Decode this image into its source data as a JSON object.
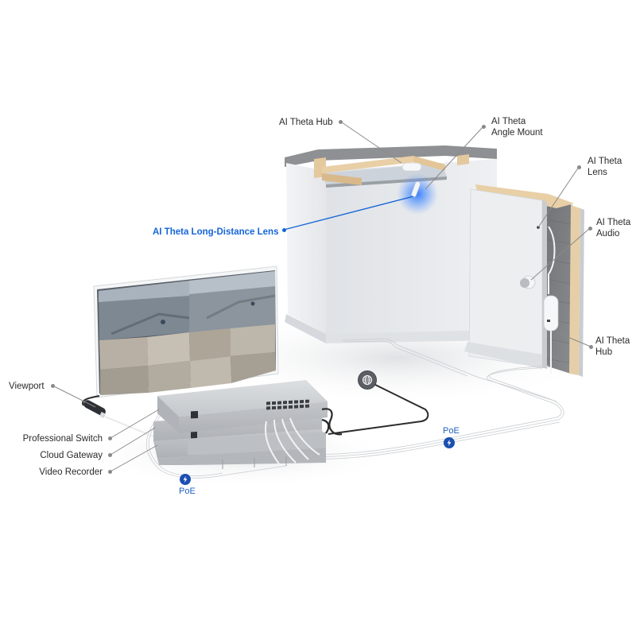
{
  "diagram": {
    "title": "AI Theta system installation overview",
    "colors": {
      "accent": "#1565d8",
      "label_text": "#2a2a2a",
      "leader_line": "#8a8a8a",
      "poe_badge": "#1b4fb0",
      "wall": "#e6e8eb",
      "wood": "#e2c9a0",
      "brick": "#7d7f82",
      "device": "#c9ccd0"
    },
    "callouts": [
      {
        "id": "ai-theta-hub-ceiling",
        "text": "AI Theta Hub"
      },
      {
        "id": "ai-theta-angle-mount",
        "line1": "AI Theta",
        "line2": "Angle Mount"
      },
      {
        "id": "ai-theta-lens",
        "line1": "AI Theta",
        "line2": "Lens"
      },
      {
        "id": "ai-theta-audio",
        "line1": "AI Theta",
        "line2": "Audio"
      },
      {
        "id": "ai-theta-hub-wall",
        "line1": "AI Theta",
        "line2": "Hub"
      },
      {
        "id": "ai-theta-long-distance-lens",
        "text": "AI Theta Long-Distance Lens",
        "highlighted": true
      },
      {
        "id": "viewport",
        "text": "Viewport"
      },
      {
        "id": "professional-switch",
        "text": "Professional Switch"
      },
      {
        "id": "cloud-gateway",
        "text": "Cloud Gateway"
      },
      {
        "id": "video-recorder",
        "text": "Video Recorder"
      }
    ],
    "badges": [
      {
        "id": "poe-left",
        "text": "PoE",
        "icon": "lightning-bolt"
      },
      {
        "id": "poe-right",
        "text": "PoE",
        "icon": "lightning-bolt"
      }
    ],
    "icons": {
      "internet": "globe-icon"
    },
    "monitor": {
      "tiles": 8
    }
  }
}
